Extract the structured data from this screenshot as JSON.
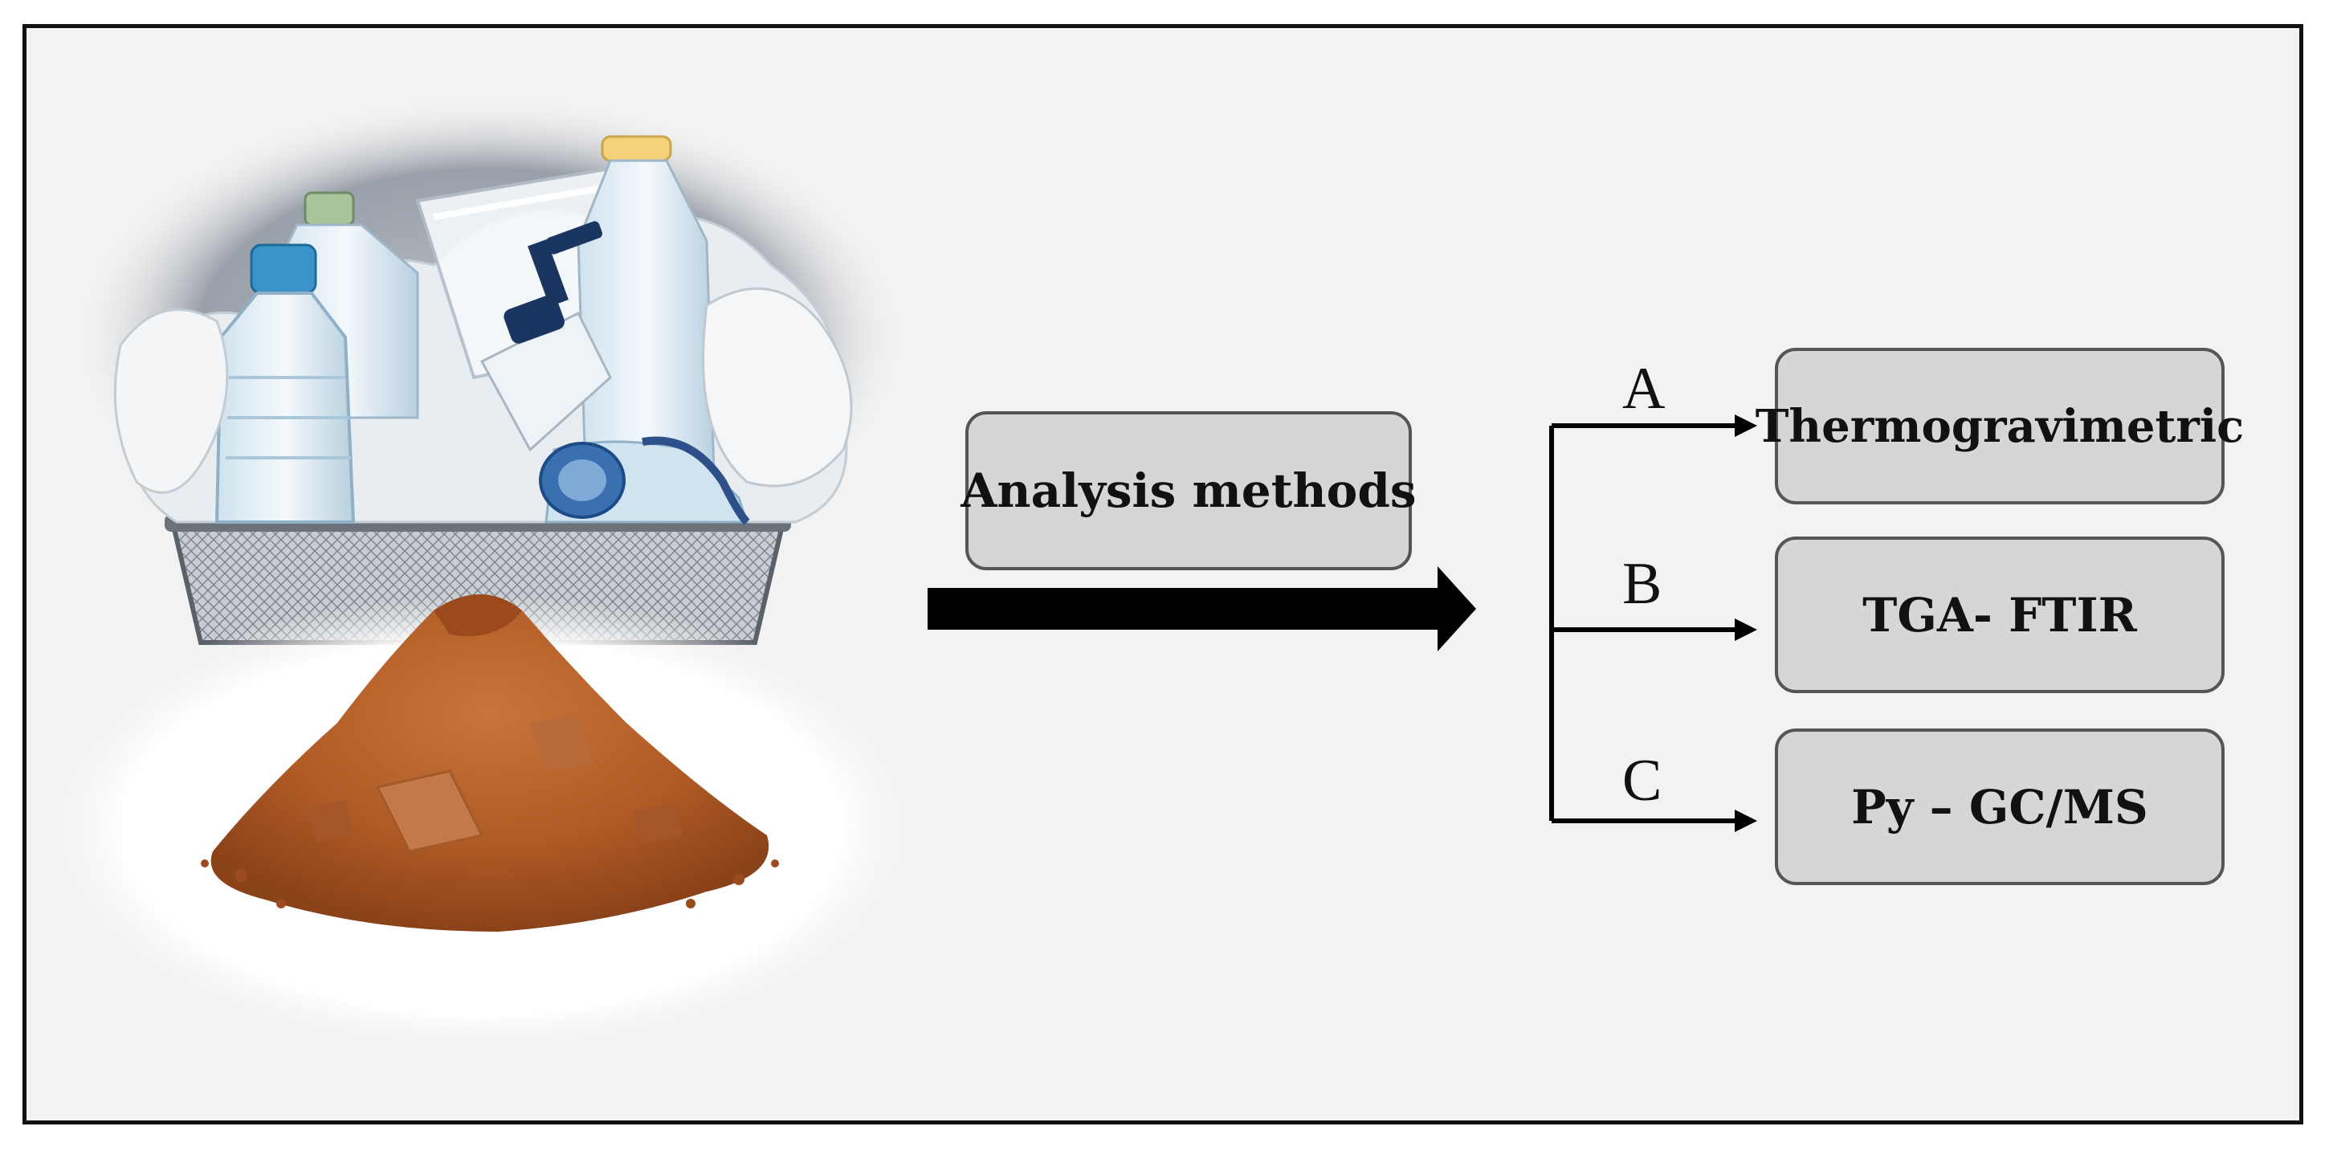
{
  "diagram": {
    "central_box": {
      "label": "Analysis methods"
    },
    "branches": [
      {
        "letter": "A",
        "method": "Thermogravimetric"
      },
      {
        "letter": "B",
        "method": "TGA- FTIR"
      },
      {
        "letter": "C",
        "method": "Py – GC/MS"
      }
    ]
  },
  "colors": {
    "frame_background": "#f2f2f2",
    "box_fill": "#d6d6d6",
    "box_border": "#555555",
    "arrow": "#000000",
    "powder": "#b8602a"
  },
  "illustration": {
    "upper": "plastic-waste-bin-photo",
    "lower": "brown-powder-pile-photo"
  }
}
